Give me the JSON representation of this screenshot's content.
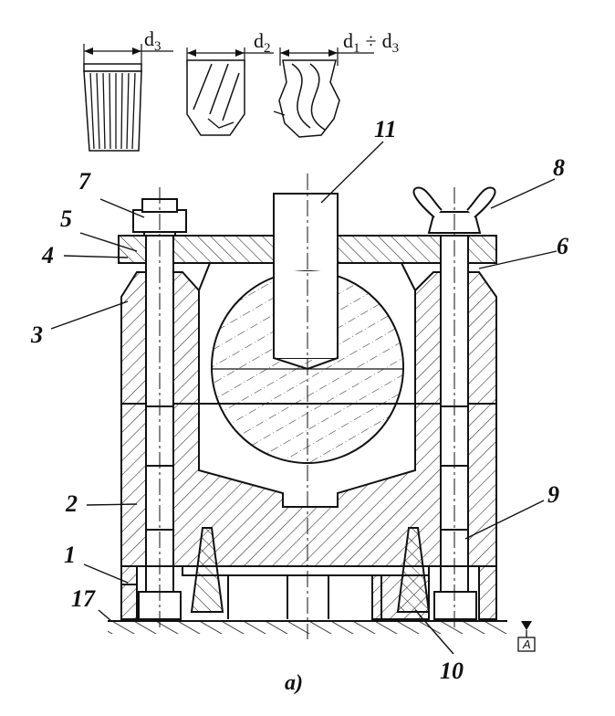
{
  "tools": {
    "reamer_dim": "d",
    "reamer_dim_sub": "3",
    "drill_dim": "d",
    "drill_dim_sub": "2",
    "twist_dim_a": "d",
    "twist_dim_a_sub": "1",
    "twist_dim_op": "÷",
    "twist_dim_b": "d",
    "twist_dim_b_sub": "3"
  },
  "callouts": {
    "p1": "1",
    "p2": "2",
    "p3": "3",
    "p4": "4",
    "p5": "5",
    "p6": "6",
    "p7": "7",
    "p8": "8",
    "p9": "9",
    "p10": "10",
    "p11": "11",
    "p17": "17"
  },
  "datum_label": "A",
  "caption": "a)"
}
